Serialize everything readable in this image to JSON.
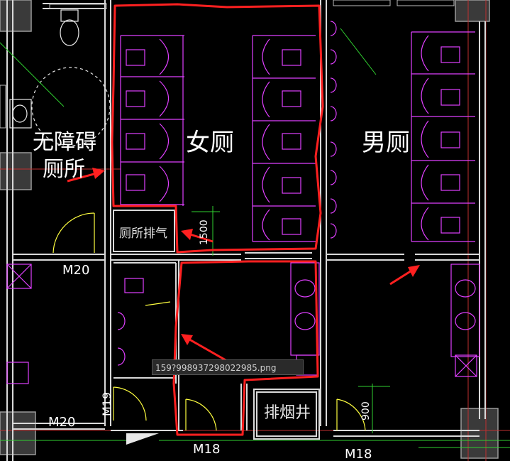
{
  "labels": {
    "female_toilet": "女厕",
    "male_toilet": "男厕",
    "accessible_line1": "无障碍",
    "accessible_line2": "厕所",
    "toilet_exhaust": "厕所排气",
    "smoke_shaft": "排烟井"
  },
  "doors": {
    "m20_upper": "M20",
    "m20_lower": "M20",
    "m19": "M19",
    "m18_center": "M18",
    "m18_right": "M18"
  },
  "dimensions": {
    "d1500": "1500",
    "d900": "900"
  },
  "overlay": {
    "filename": "159?998937298022985.png"
  },
  "colors": {
    "wall": "#d9d9d9",
    "fixture": "#e040ff",
    "markup": "#ff2020",
    "door": "#ffff40",
    "dimension": "#30d030"
  }
}
